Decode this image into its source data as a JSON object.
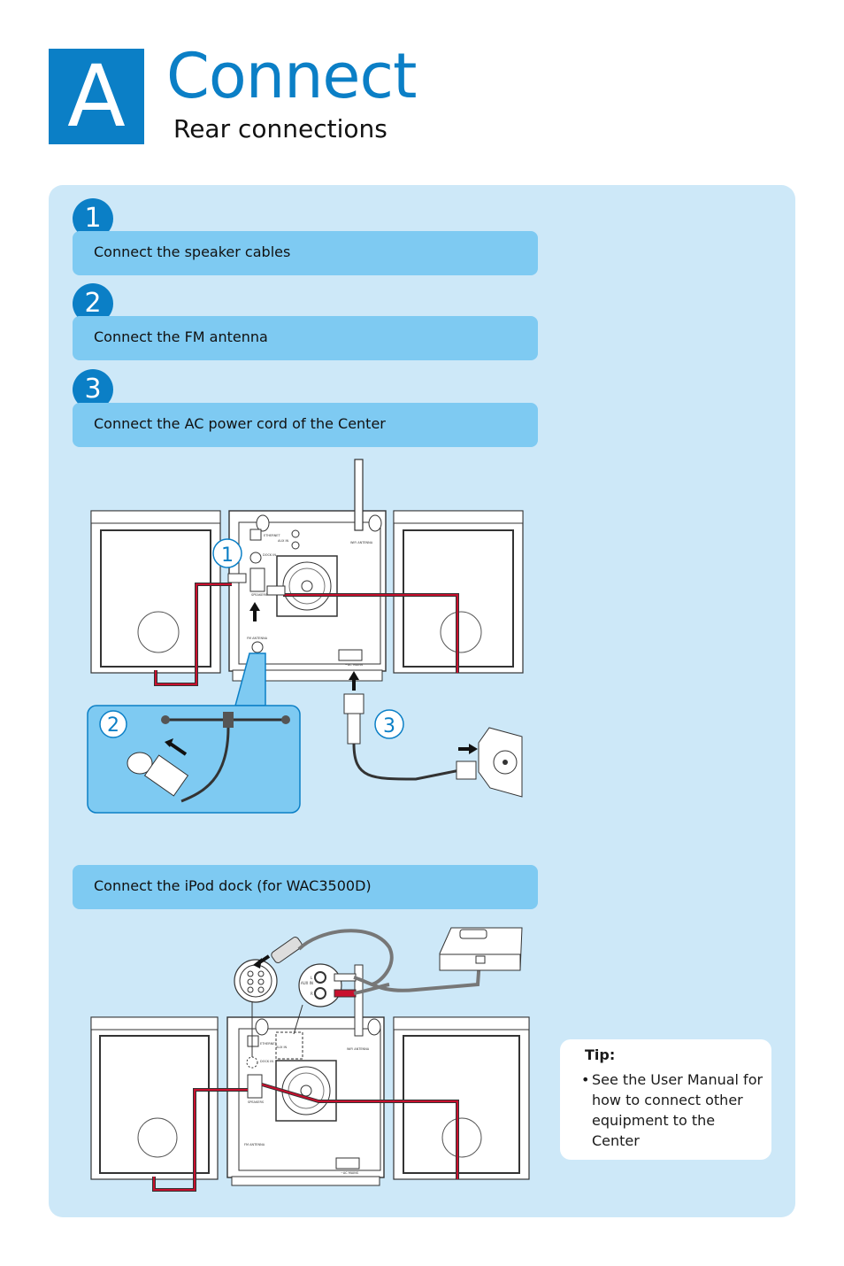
{
  "header": {
    "letter": "A",
    "title": "Connect",
    "subtitle": "Rear connections"
  },
  "steps": [
    {
      "number": "1",
      "label": "Connect the speaker cables"
    },
    {
      "number": "2",
      "label": "Connect the FM antenna"
    },
    {
      "number": "3",
      "label": "Connect the AC power cord of the Center"
    }
  ],
  "dock_step": {
    "label": "Connect the iPod dock (for WAC3500D)"
  },
  "diagram1": {
    "callout_1": "1",
    "callout_2": "2",
    "callout_3": "3",
    "port_ethernet": "ETHERNET",
    "port_aux_in": "AUX IN",
    "port_wifi_antenna": "WiFi ANTENNA",
    "port_dock_in": "DOCK IN",
    "port_speakers": "SPEAKERS",
    "port_fm_antenna": "FM ANTENNA",
    "port_ac_mains": "~AC MAINS"
  },
  "diagram2": {
    "aux_in": "AUX IN",
    "aux_l": "L",
    "aux_r": "R",
    "port_ethernet": "ETHERNET",
    "port_aux_in": "AUX IN",
    "port_wifi_antenna": "WiFi ANTENNA",
    "port_dock_in": "DOCK IN",
    "port_speakers": "SPEAKERS",
    "port_fm_antenna": "FM ANTENNA",
    "port_ac_mains": "~AC MAINS"
  },
  "tip": {
    "heading": "Tip:",
    "bullet": "•",
    "text": "See the User Manual for how to connect other equipment to the Center"
  },
  "colors": {
    "accent": "#0b7fc6",
    "panel": "#cde8f8",
    "bar": "#7ecaf2",
    "speaker_cable": "#c8102e"
  }
}
